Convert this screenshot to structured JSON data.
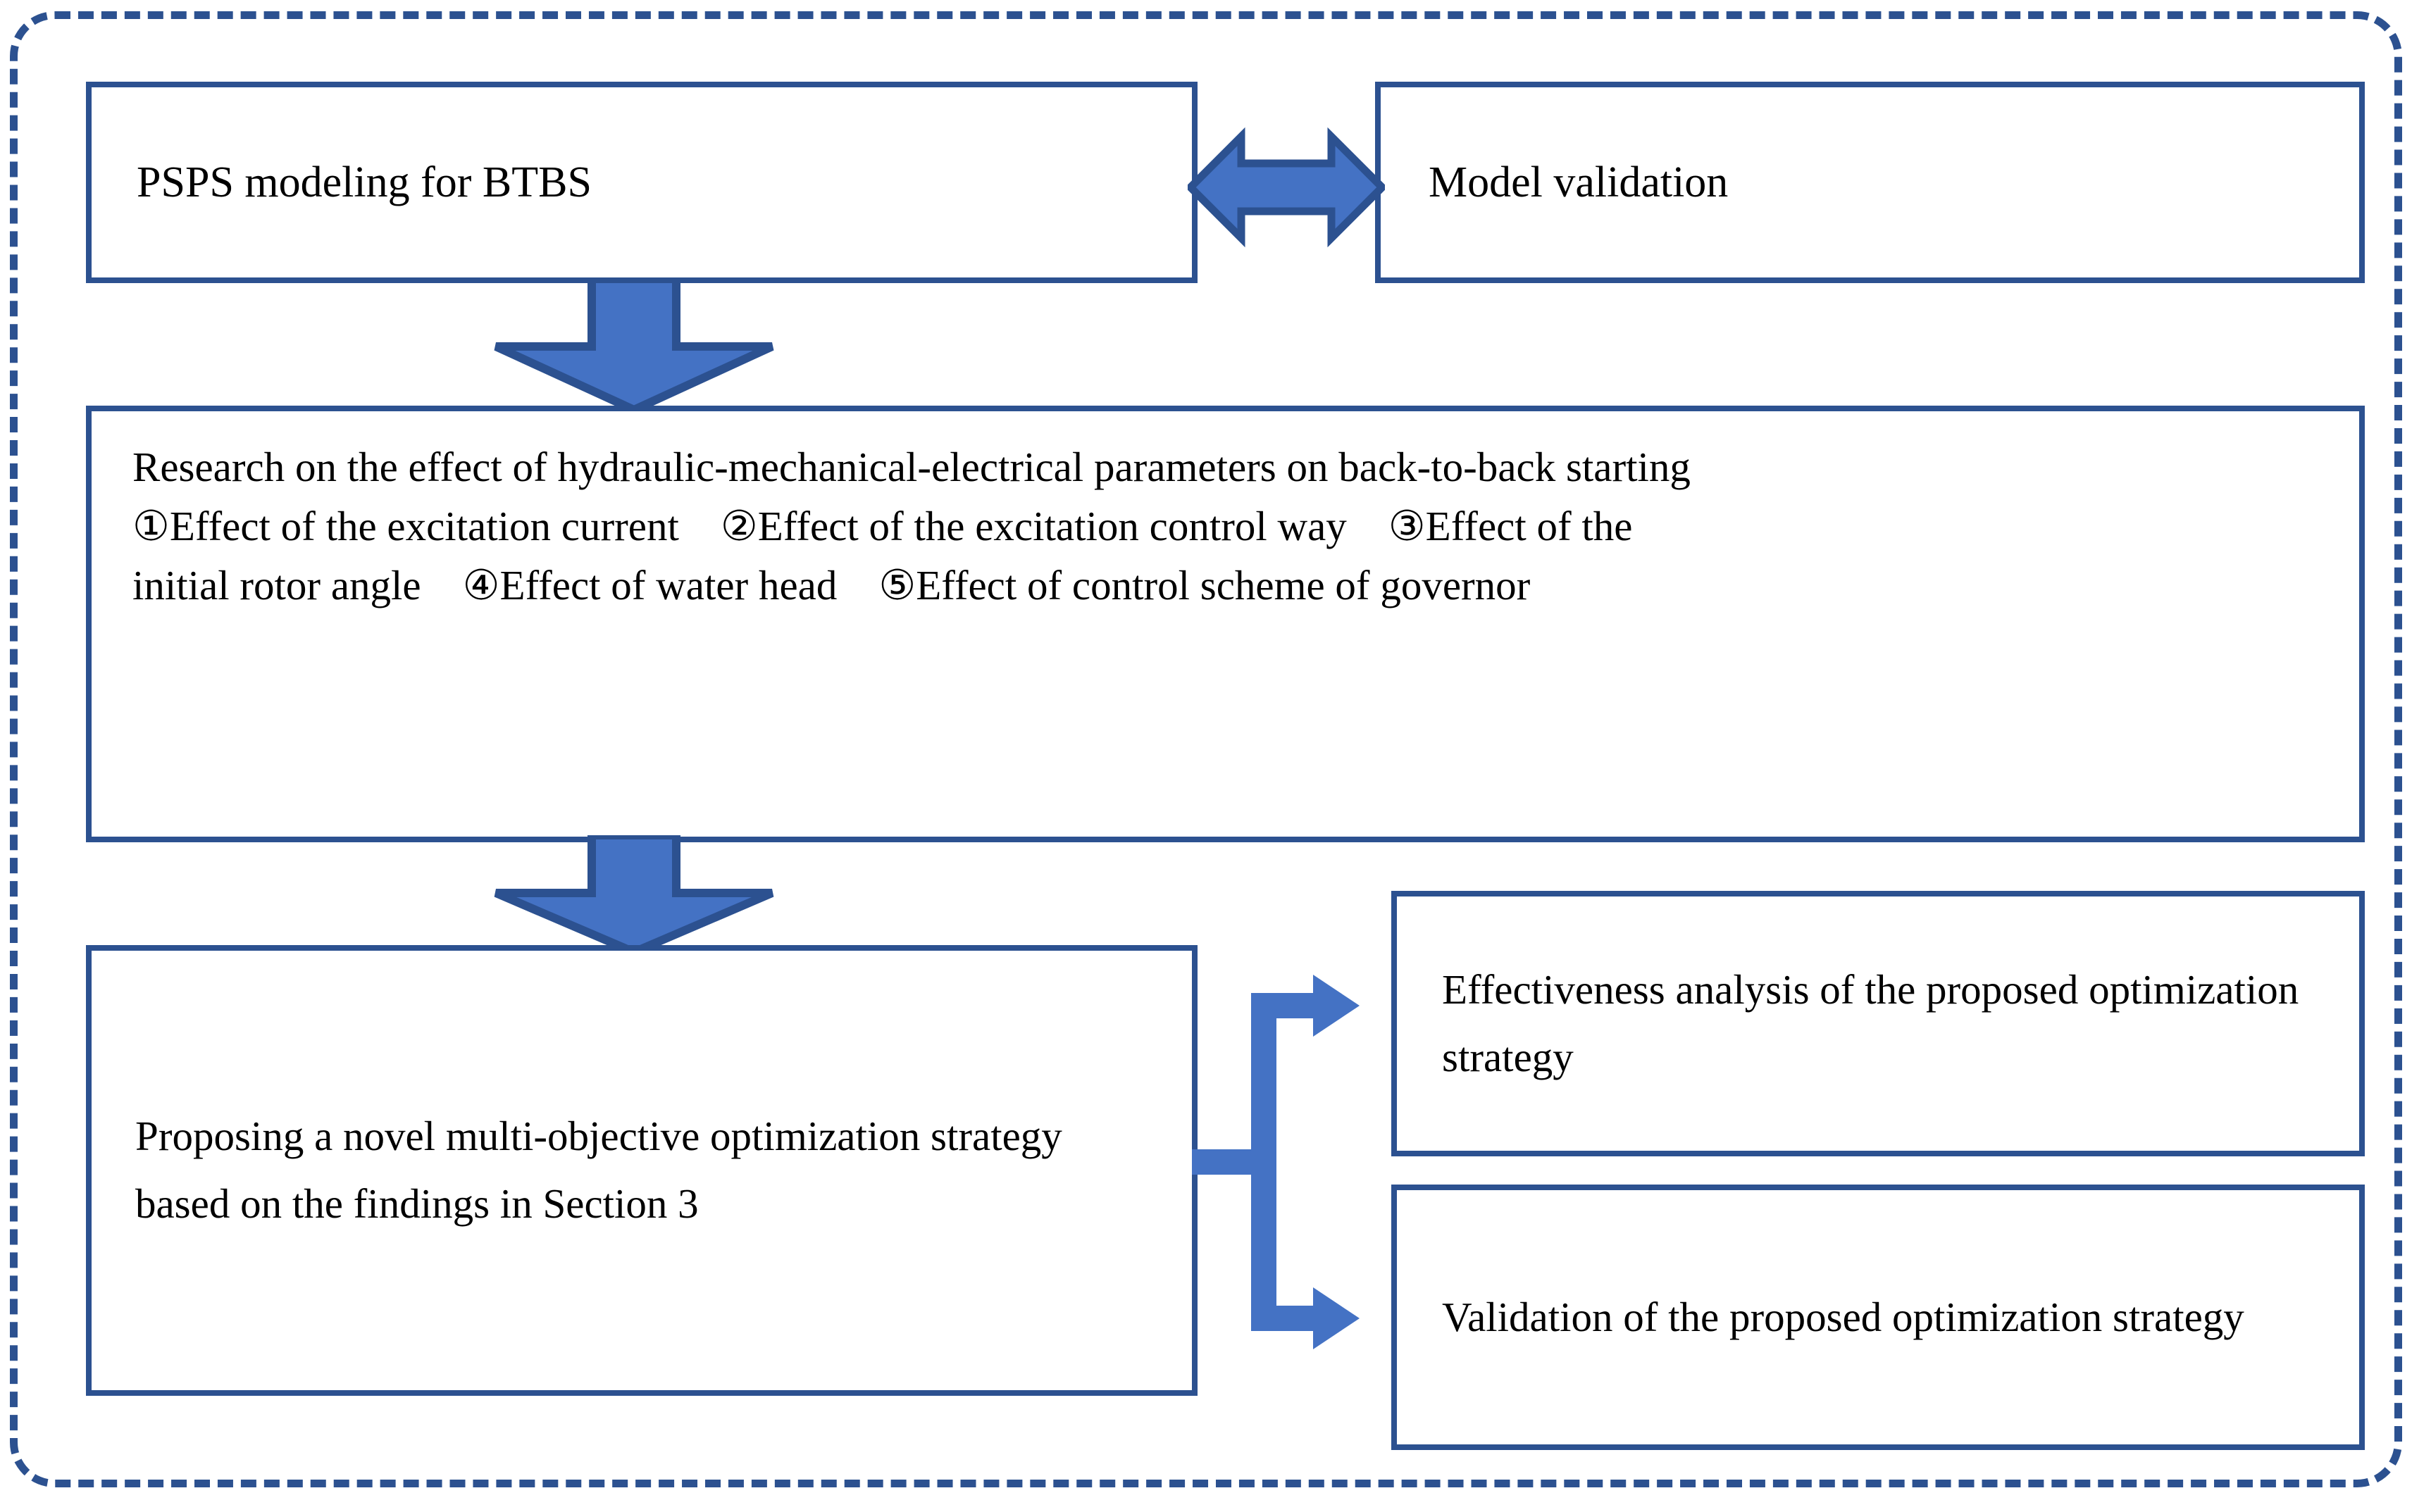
{
  "diagram": {
    "type": "flowchart",
    "title": "Research framework flowchart",
    "colors": {
      "box_border": "#2C5190",
      "arrow_fill": "#4472C4",
      "arrow_outline": "#2C5190",
      "container_border": "#2C5190",
      "background": "#FFFFFF",
      "text": "#000000"
    },
    "container": {
      "style": "dashed-rounded-rectangle"
    },
    "nodes": {
      "psps_modeling": {
        "label": "PSPS modeling for BTBS"
      },
      "model_validation": {
        "label": "Model validation"
      },
      "research_effect": {
        "heading": "Research on the effect of hydraulic-mechanical-electrical parameters on back-to-back starting",
        "items": [
          "①Effect of the excitation current",
          "②Effect of the excitation control way",
          "③Effect of the initial rotor angle",
          "④Effect of water head",
          "⑤Effect of control scheme of governor"
        ],
        "items_line_1": "①Effect of the excitation current ②Effect of the excitation control way ③Effect of the",
        "items_line_2": "initial rotor angle ④Effect of water head ⑤Effect of control scheme of governor"
      },
      "proposing_strategy": {
        "label": "Proposing a novel multi-objective optimization strategy based on the findings in Section 3"
      },
      "effectiveness_analysis": {
        "label": "Effectiveness analysis of the proposed optimization strategy"
      },
      "validation_strategy": {
        "label": "Validation of the proposed optimization strategy"
      }
    },
    "connectors": {
      "psps_to_modelval": {
        "name": "double-headed-arrow",
        "direction": "bidirectional",
        "from": "psps_modeling",
        "to": "model_validation"
      },
      "psps_to_research": {
        "name": "down-block-arrow",
        "direction": "down",
        "from": "psps_modeling",
        "to": "research_effect"
      },
      "research_to_proposing": {
        "name": "down-block-arrow",
        "direction": "down",
        "from": "research_effect",
        "to": "proposing_strategy"
      },
      "proposing_to_branch": {
        "name": "branching-arrow",
        "direction": "right-split",
        "from": "proposing_strategy",
        "to": [
          "effectiveness_analysis",
          "validation_strategy"
        ]
      }
    }
  }
}
